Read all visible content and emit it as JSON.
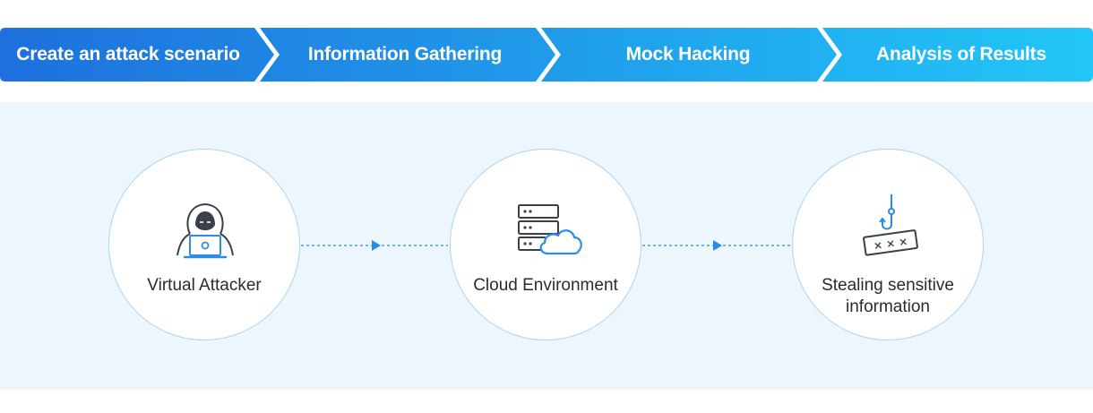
{
  "steps": [
    {
      "label": "Create an attack scenario"
    },
    {
      "label": "Information Gathering"
    },
    {
      "label": "Mock Hacking"
    },
    {
      "label": "Analysis of Results"
    }
  ],
  "colors": {
    "step_gradient_start": "#1e70dd",
    "step_gradient_end": "#22c6f8",
    "panel_bg": "#eef6fd",
    "circle_border": "#a9d6f0",
    "connector": "#2b8ce6",
    "icon_dark": "#3a3f4a",
    "icon_blue": "#2b8ce6"
  },
  "nodes": [
    {
      "label": "Virtual Attacker",
      "icon": "hacker-laptop-icon"
    },
    {
      "label": "Cloud Environment",
      "icon": "server-cloud-icon"
    },
    {
      "label_line1": "Stealing sensitive",
      "label_line2": "information",
      "icon": "phishing-hook-password-icon",
      "password_mask": "× × ×"
    }
  ]
}
